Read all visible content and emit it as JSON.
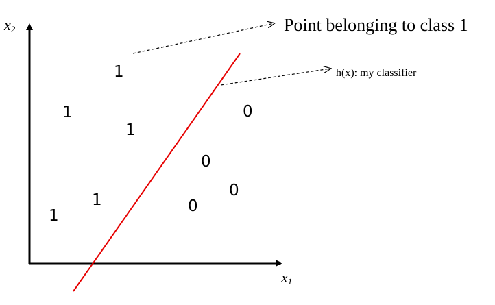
{
  "axes": {
    "y_label_main": "x",
    "y_label_sub": "2",
    "x_label_main": "x",
    "x_label_sub": "1"
  },
  "points": [
    {
      "label": "1",
      "class": 1
    },
    {
      "label": "1",
      "class": 1
    },
    {
      "label": "1",
      "class": 1
    },
    {
      "label": "1",
      "class": 1
    },
    {
      "label": "1",
      "class": 1
    },
    {
      "label": "0",
      "class": 0
    },
    {
      "label": "0",
      "class": 0
    },
    {
      "label": "0",
      "class": 0
    },
    {
      "label": "0",
      "class": 0
    }
  ],
  "annotations": {
    "point_class_1": "Point belonging to class 1",
    "classifier": "h(x): my classifier"
  },
  "colors": {
    "decision_boundary": "#e60000",
    "axes": "#000000"
  }
}
